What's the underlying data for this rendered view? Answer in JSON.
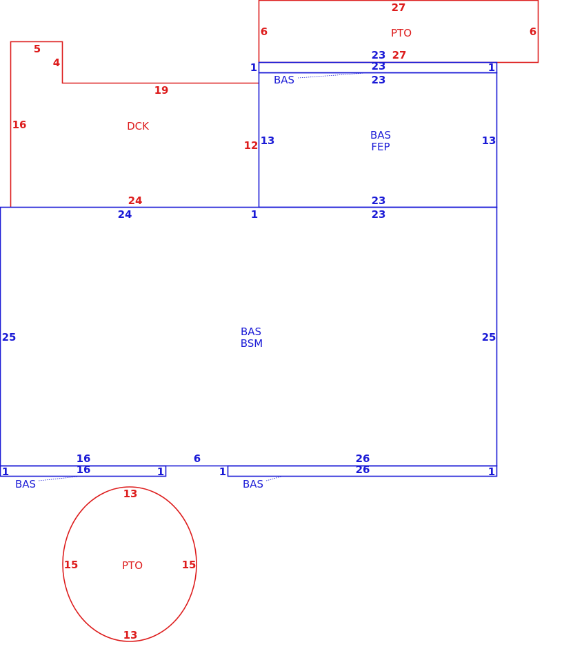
{
  "colors": {
    "existing": "#1a1ad6",
    "addition": "#dd1c1c"
  },
  "areas": {
    "pto_top": {
      "name": "PTO",
      "dims": {
        "top": "27",
        "bottom": "27",
        "left": "6",
        "right": "6"
      }
    },
    "dck": {
      "name": "DCK",
      "dims": {
        "step_top": "5",
        "step_right": "4",
        "top": "19",
        "left": "16",
        "right": "12",
        "bottom": "24"
      }
    },
    "strip_top": {
      "name": "BAS",
      "dims": {
        "top": "23",
        "bottom": "23",
        "left": "1",
        "right": "1"
      }
    },
    "fep": {
      "name": "BAS",
      "sub": "FEP",
      "dims": {
        "top": "23",
        "bottom": "23",
        "left": "13",
        "right": "13"
      }
    },
    "bsm": {
      "name": "BAS",
      "sub": "BSM",
      "dims": {
        "top_left": "24",
        "top_mid": "1",
        "top_right": "23",
        "left": "25",
        "right": "25",
        "bottom_left": "16",
        "bottom_mid": "6",
        "bottom_right": "26"
      }
    },
    "strip_left": {
      "name": "BAS",
      "dims": {
        "top": "16",
        "left": "1",
        "right": "1"
      }
    },
    "strip_right": {
      "name": "BAS",
      "dims": {
        "top": "26",
        "left": "1",
        "right": "1"
      }
    },
    "pto_oval": {
      "name": "PTO",
      "dims": {
        "top": "13",
        "bottom": "13",
        "left": "15",
        "right": "15"
      }
    }
  }
}
